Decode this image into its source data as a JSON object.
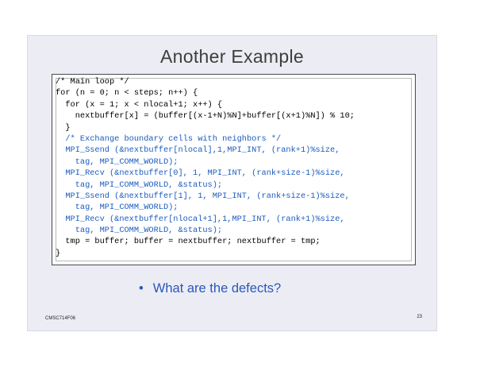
{
  "slide": {
    "title": "Another Example",
    "code_lines": [
      {
        "text": "/* Main loop */",
        "color": "black"
      },
      {
        "text": "for (n = 0; n < steps; n++) {",
        "color": "black"
      },
      {
        "text": "  for (x = 1; x < nlocal+1; x++) {",
        "color": "black"
      },
      {
        "text": "    nextbuffer[x] = (buffer[(x-1+N)%N]+buffer[(x+1)%N]) % 10;",
        "color": "black"
      },
      {
        "text": "  }",
        "color": "black"
      },
      {
        "text": "  /* Exchange boundary cells with neighbors */",
        "color": "blue"
      },
      {
        "text": "  MPI_Ssend (&nextbuffer[nlocal],1,MPI_INT, (rank+1)%size,",
        "color": "blue"
      },
      {
        "text": "    tag, MPI_COMM_WORLD);",
        "color": "blue"
      },
      {
        "text": "  MPI_Recv (&nextbuffer[0], 1, MPI_INT, (rank+size-1)%size,",
        "color": "blue"
      },
      {
        "text": "    tag, MPI_COMM_WORLD, &status);",
        "color": "blue"
      },
      {
        "text": "  MPI_Ssend (&nextbuffer[1], 1, MPI_INT, (rank+size-1)%size,",
        "color": "blue"
      },
      {
        "text": "    tag, MPI_COMM_WORLD);",
        "color": "blue"
      },
      {
        "text": "  MPI_Recv (&nextbuffer[nlocal+1],1,MPI_INT, (rank+1)%size,",
        "color": "blue"
      },
      {
        "text": "    tag, MPI_COMM_WORLD, &status);",
        "color": "blue"
      },
      {
        "text": "  tmp = buffer; buffer = nextbuffer; nextbuffer = tmp;",
        "color": "black"
      },
      {
        "text": "}",
        "color": "black"
      }
    ],
    "bullet_symbol": "•",
    "bullet_text": "What are the defects?",
    "footer_left": "CMSC714F06",
    "page_number": "23"
  },
  "colors": {
    "slide_background": "#ececf4",
    "title_text": "#3e3e3e",
    "code_blue": "#1b5bbf",
    "bullet_blue": "#2b58b8"
  }
}
